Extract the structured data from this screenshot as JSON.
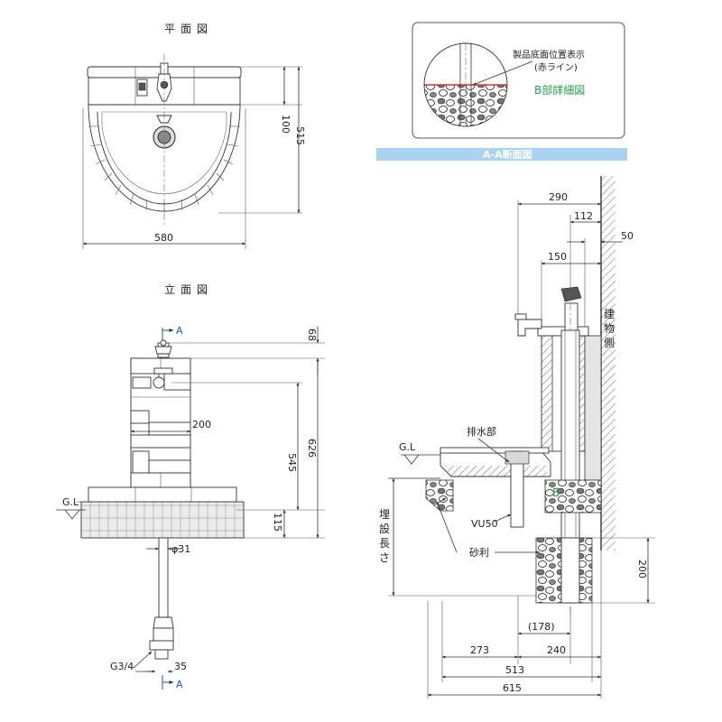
{
  "plan_view": {
    "title": "平面図",
    "dim_100": "100",
    "dim_515": "515",
    "dim_580": "580"
  },
  "elevation_view": {
    "title": "立面図",
    "section_mark": "A",
    "gl": "G.L",
    "dim_68": "68",
    "dim_626": "626",
    "dim_545": "545",
    "dim_200": "200",
    "dim_115": "115",
    "phi31": "φ31",
    "g34": "G3/4",
    "dim_35": "35"
  },
  "detail_box": {
    "label": "製品底面位置表示",
    "sub": "(赤ライン)",
    "title": "B部詳細図"
  },
  "section_view": {
    "banner": "A-A断面図",
    "dim_290": "290",
    "dim_112": "112",
    "dim_50": "50",
    "dim_150": "150",
    "building_side": [
      "建",
      "物",
      "側"
    ],
    "drain": "排水部",
    "gl": "G.L",
    "b_mark": "B",
    "vu50": "VU50",
    "gravel": "砂利",
    "burial_depth": [
      "埋",
      "設",
      "長",
      "さ"
    ],
    "dim_200": "200",
    "dim_178": "(178)",
    "dim_273": "273",
    "dim_240": "240",
    "dim_513": "513",
    "dim_615": "615"
  },
  "colors": {
    "accent_blue": "#1b57c6",
    "detail_green": "#22a04a",
    "banner_blue": "#a9d3f0",
    "red_line": "#e0312b"
  }
}
